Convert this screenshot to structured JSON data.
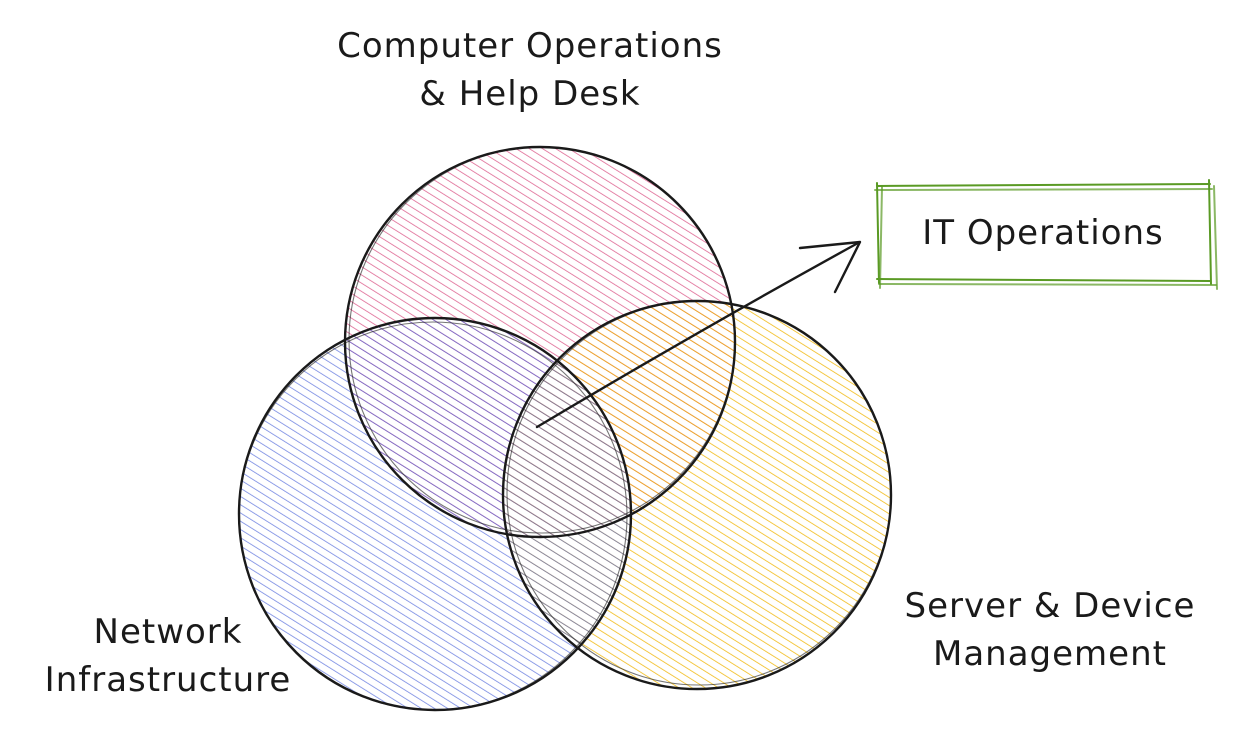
{
  "diagram": {
    "circles": [
      {
        "id": "computer-ops",
        "color": "#d94c80",
        "label_lines": [
          "Computer Operations",
          "& Help Desk"
        ]
      },
      {
        "id": "network",
        "color": "#4a63d8",
        "label_lines": [
          "Network",
          "Infrastructure"
        ]
      },
      {
        "id": "server",
        "color": "#f0b400",
        "label_lines": [
          "Server & Device",
          "Management"
        ]
      }
    ],
    "callout": {
      "text": "IT Operations",
      "border_color": "#5a9a24"
    },
    "outline_color": "#1a1a1a"
  }
}
